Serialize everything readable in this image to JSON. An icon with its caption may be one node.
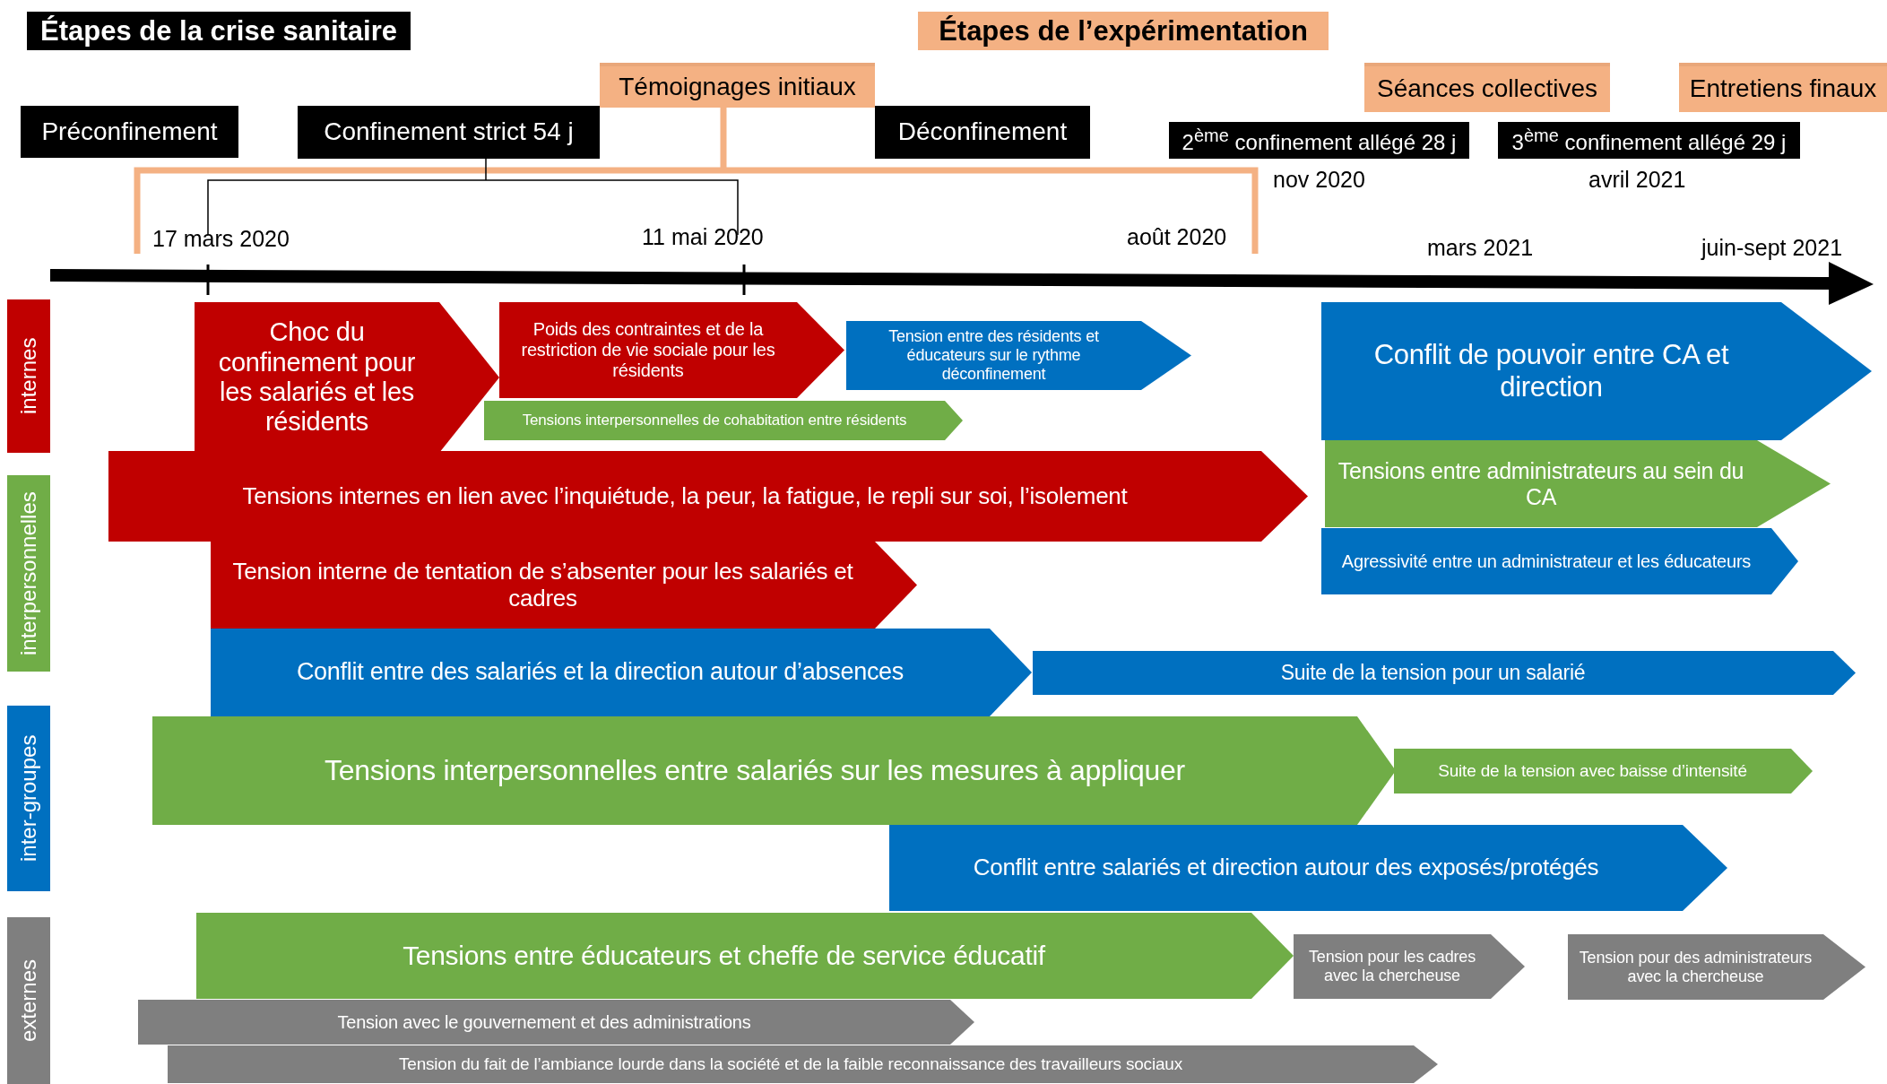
{
  "diagram": {
    "nodes": [
      {
        "text": [
          "Étapes de la crise sanitaire"
        ]
      },
      {
        "text": [
          "Étapes de l’expérimentation"
        ]
      },
      {
        "text": [
          "Témoignages initiaux"
        ]
      },
      {
        "text": [
          "Séances collectives"
        ]
      },
      {
        "text": [
          "Entretiens finaux"
        ]
      },
      {
        "text": [
          "Préconfinement"
        ]
      },
      {
        "text": [
          "Confinement strict 54 j"
        ]
      },
      {
        "text": [
          "Déconfinement"
        ]
      },
      {
        "text": [
          "2$^{ème}$ confinement allégé 28 j"
        ]
      },
      {
        "text": [
          "3$^{ème}$ confinement allégé 29 j"
        ]
      },
      {
        "text": [
          "internes"
        ]
      },
      {
        "text": [
          "Choc du confinement pour les salariés et les résidents"
        ]
      },
      {
        "text": [
          "Poids des contraintes et de la restriction de vie sociale pour les résidents"
        ]
      },
      {
        "text": [
          "Tension entre des résidents et éducateurs sur le rythme déconfinement"
        ]
      },
      {
        "text": [
          "Conflit de pouvoir entre CA et direction"
        ]
      },
      {
        "text": [
          "Tensions interpersonnelles de cohabitation entre résidents"
        ]
      },
      {
        "text": [
          "Tensions internes en lien avec l’inquiétude, la peur, la fatigue, le repli sur soi, l’isolement"
        ]
      },
      {
        "text": [
          "interpersonnelles"
        ]
      },
      {
        "text": [
          "Tensions entre administrateurs au sein du CA"
        ]
      },
      {
        "text": [
          "Agressivité entre un administrateur et les éducateurs"
        ]
      },
      {
        "text": [
          "Tension interne de tentation de s’absenter pour les salariés et cadres"
        ]
      },
      {
        "text": [
          "Conflit entre des salariés et la direction autour d’absences"
        ]
      },
      {
        "text": [
          "Suite de la tension pour un salarié"
        ]
      },
      {
        "text": [
          "inter-groupes"
        ]
      },
      {
        "text": [
          "Tensions interpersonnelles entre salariés sur les mesures à appliquer"
        ]
      },
      {
        "text": [
          "Suite de la tension avec baisse d’intensité"
        ]
      },
      {
        "text": [
          "Conflit entre salariés et direction autour des exposés/protégés"
        ]
      },
      {
        "text": [
          "externes"
        ]
      },
      {
        "text": [
          "Tensions entre éducateurs et cheffe de service éducatif"
        ]
      },
      {
        "text": [
          "Tension pour les cadres avec la chercheuse"
        ]
      },
      {
        "text": [
          "Tension pour des administrateurs avec la chercheuse"
        ]
      },
      {
        "text": [
          "Tension avec le gouvernement et des administrations"
        ]
      },
      {
        "text": [
          "Tension du fait de l’ambiance lourde dans la société et de la faible reconnaissance des travailleurs sociaux"
        ]
      }
    ],
    "labels": [
      "nov 2020",
      "avril 2021",
      "11 mai 2020",
      "août 2020",
      "17 mars 2020",
      "mars 2021",
      "juin-sept 2021"
    ]
  }
}
